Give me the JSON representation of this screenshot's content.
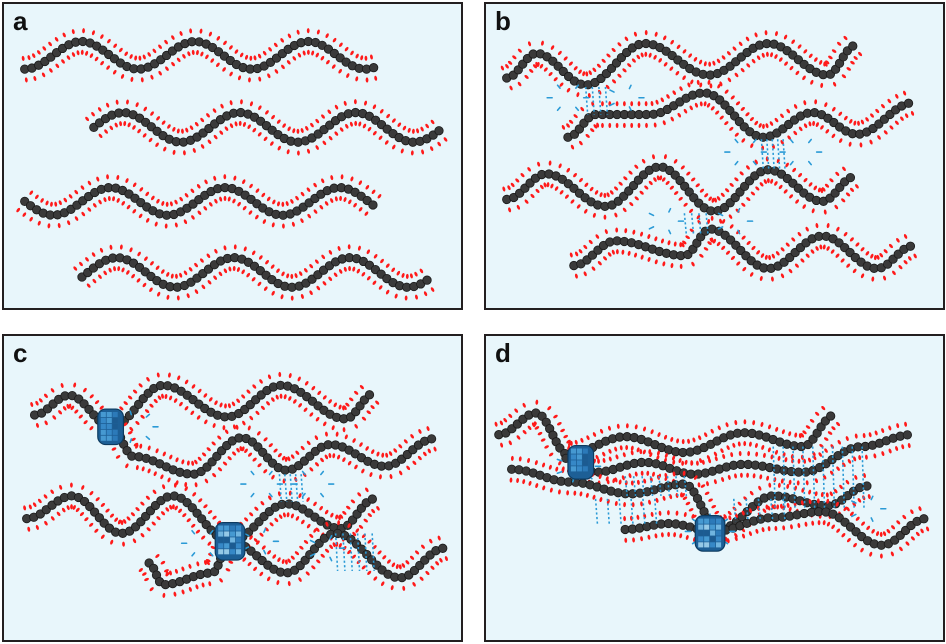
{
  "panels": [
    {
      "id": "a",
      "label": "a"
    },
    {
      "id": "b",
      "label": "b"
    },
    {
      "id": "c",
      "label": "c"
    },
    {
      "id": "d",
      "label": "d"
    }
  ],
  "colors": {
    "background": "#e8f6fb",
    "border": "#231f20",
    "chain_bead": "#3a3a3a",
    "functional_group": "#ff1a1a",
    "hydrogen_bond": "#2a9ad6",
    "crosslinker": "#1d5f96"
  }
}
